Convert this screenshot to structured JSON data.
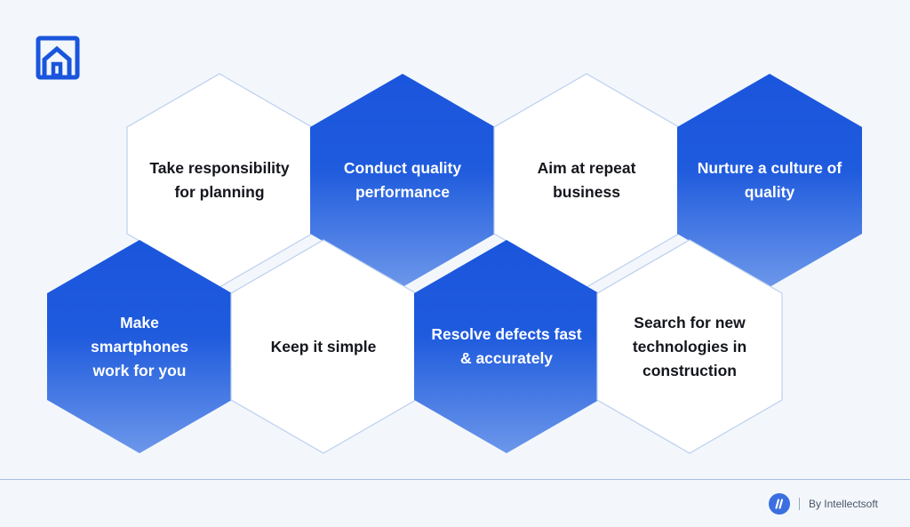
{
  "colors": {
    "background": "#f3f7fc",
    "accent": "#1a55dd",
    "accent_light": "#5f8ee8",
    "hex_border": "#bcd0ee",
    "text_dark": "#14161c",
    "text_light": "#ffffff"
  },
  "logo": {
    "icon": "house-icon"
  },
  "hexagons": [
    {
      "label": "Take responsibility for planning",
      "style": "white"
    },
    {
      "label": "Conduct quality performance",
      "style": "blue"
    },
    {
      "label": "Aim at repeat business",
      "style": "white"
    },
    {
      "label": "Nurture a culture of quality",
      "style": "blue"
    },
    {
      "label": "Make smartphones work for you",
      "style": "blue"
    },
    {
      "label": "Keep it simple",
      "style": "white"
    },
    {
      "label": "Resolve defects fast & accurately",
      "style": "blue"
    },
    {
      "label": "Search for new technologies in construction",
      "style": "white"
    }
  ],
  "footer": {
    "icon": "intellectsoft-badge-icon",
    "brand": "By Intellectsoft"
  }
}
